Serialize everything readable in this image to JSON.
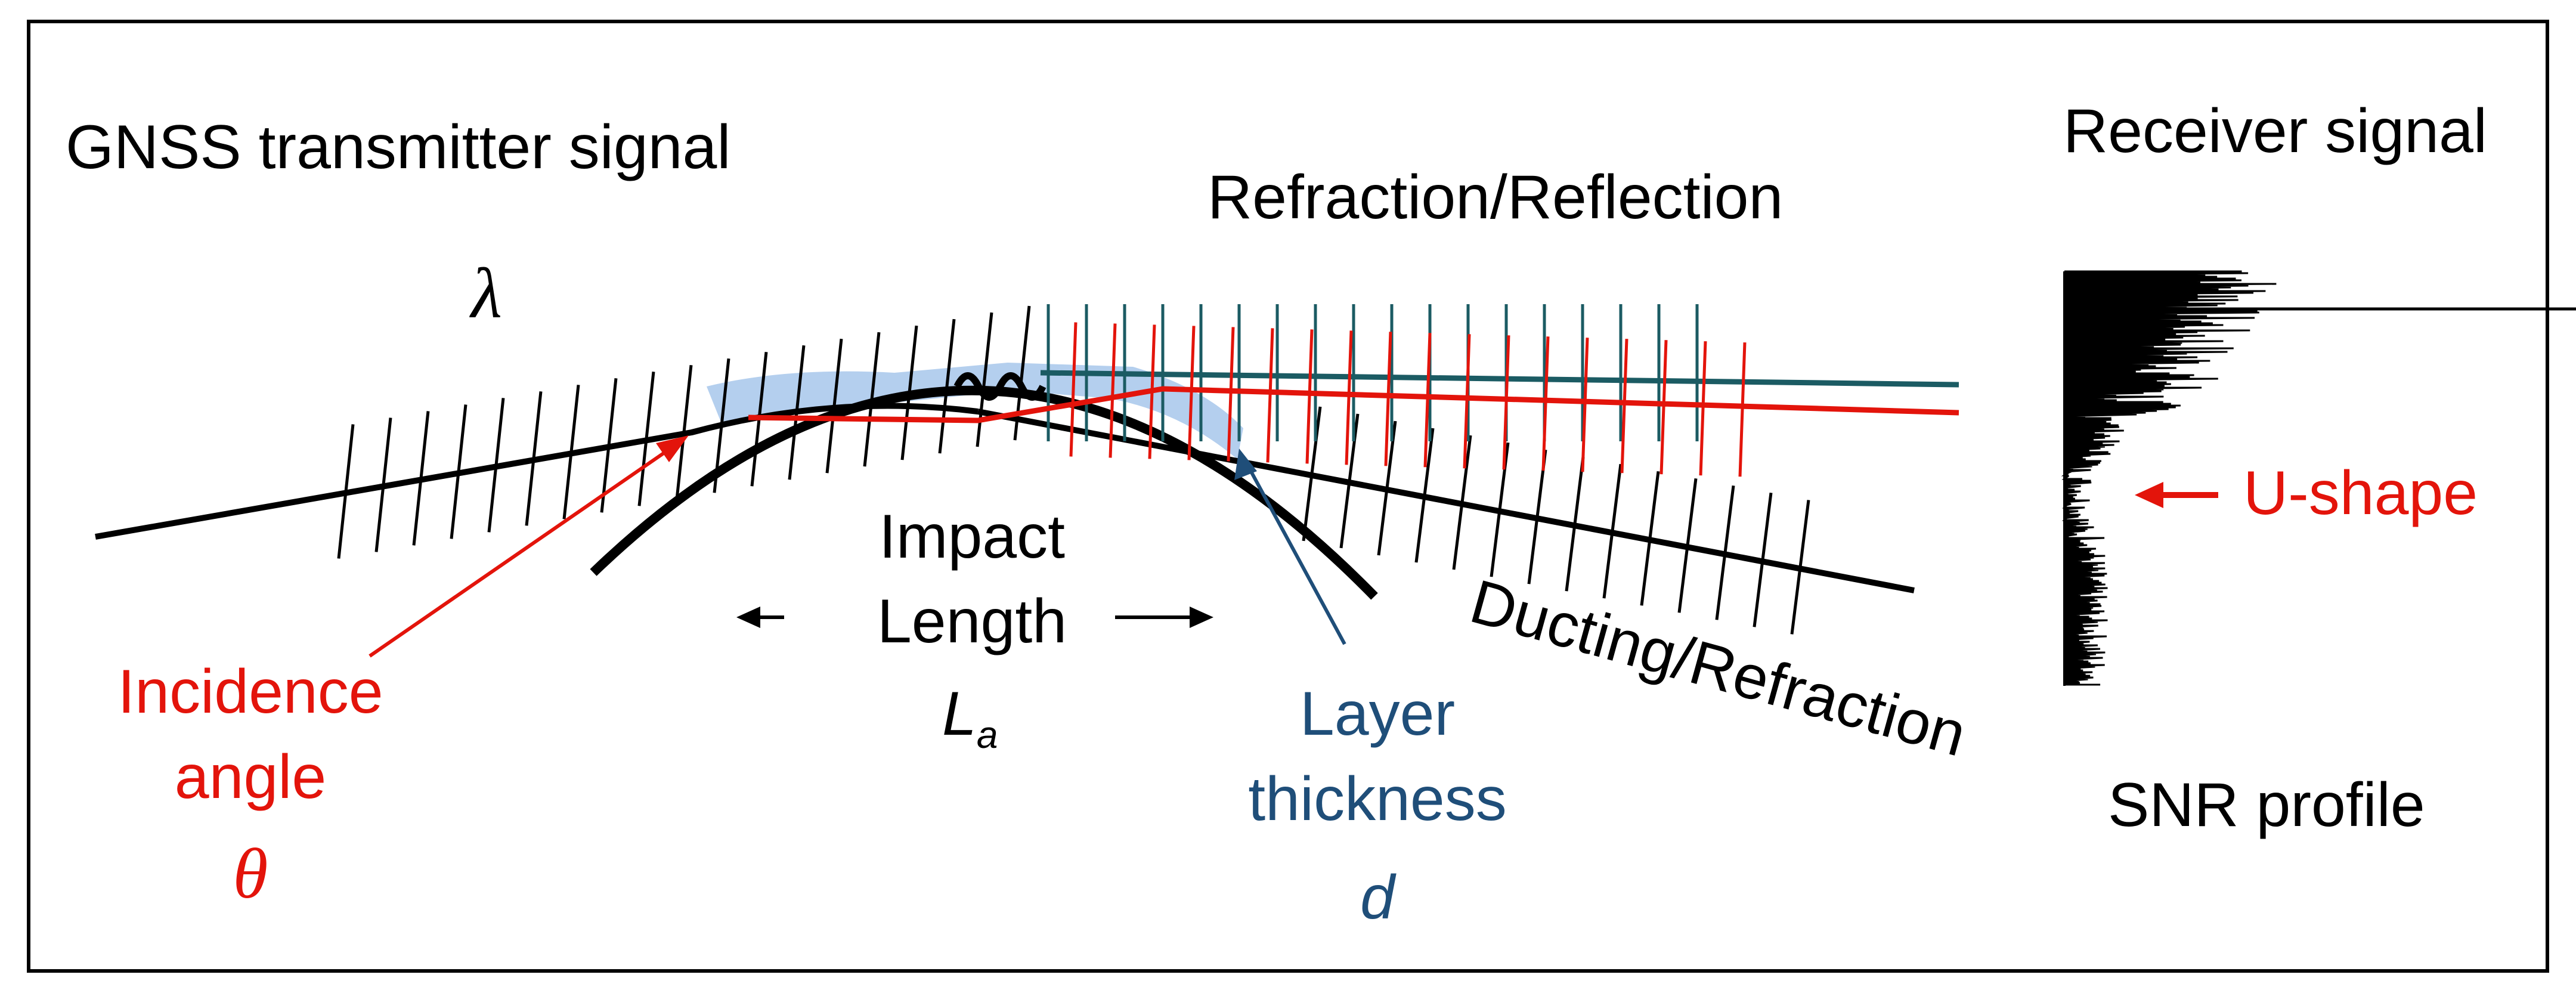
{
  "labels": {
    "gnss_transmitter": "GNSS transmitter signal",
    "wavelength": "λ",
    "refraction_reflection": "Refraction/Reflection",
    "receiver_signal": "Receiver signal",
    "u_shape": "U-shape",
    "snr_profile": "SNR profile",
    "impact_line1": "Impact",
    "impact_line2": "Length",
    "impact_symbol": "L",
    "impact_subscript": "a",
    "incidence_line1": "Incidence",
    "incidence_line2": "angle",
    "incidence_symbol": "θ",
    "layer_line1": "Layer",
    "layer_line2": "thickness",
    "layer_symbol": "d",
    "ducting": "Ducting/Refraction"
  },
  "colors": {
    "red": "#e3140b",
    "blue": "#1f4e79",
    "teal": "#1b5b63",
    "layer_fill": "#b4cfee",
    "black": "#000000"
  }
}
